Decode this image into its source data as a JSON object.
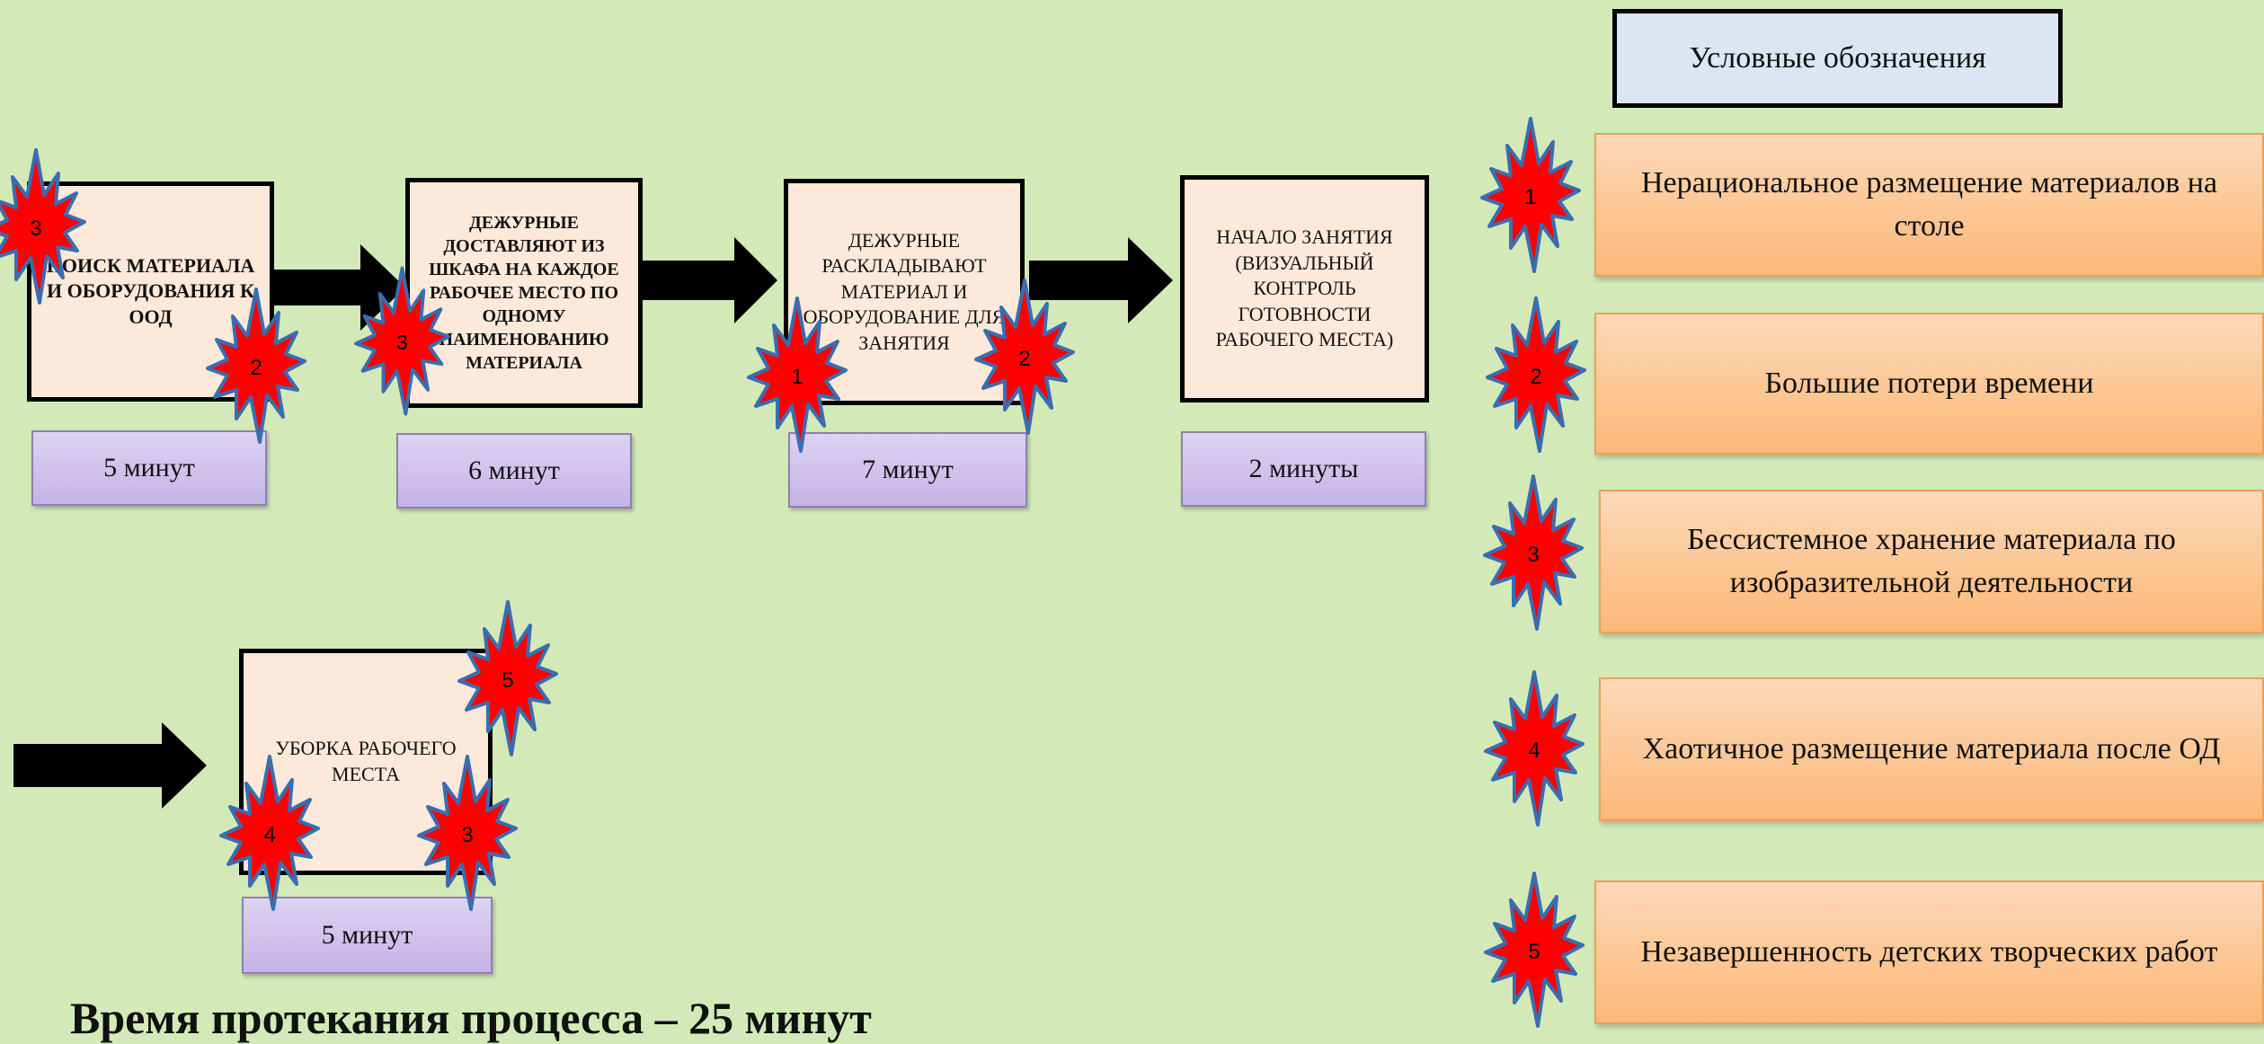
{
  "steps": [
    {
      "text": "ПОИСК МАТЕРИАЛА И ОБОРУДОВАНИЯ К ООД",
      "time": "5 минут"
    },
    {
      "text": "ДЕЖУРНЫЕ ДОСТАВЛЯЮТ ИЗ ШКАФА НА КАЖДОЕ РАБОЧЕЕ МЕСТО ПО ОДНОМУ НАИМЕНОВАНИЮ МАТЕРИАЛА",
      "time": "6 минут"
    },
    {
      "text": "ДЕЖУРНЫЕ РАСКЛАДЫВАЮТ МАТЕРИАЛ И ОБОРУДОВАНИЕ ДЛЯ ЗАНЯТИЯ",
      "time": "7 минут"
    },
    {
      "text": "НАЧАЛО ЗАНЯТИЯ (ВИЗУАЛЬНЫЙ КОНТРОЛЬ ГОТОВНОСТИ РАБОЧЕГО МЕСТА)",
      "time": "2 минуты"
    },
    {
      "text": "УБОРКА РАБОЧЕГО МЕСТА",
      "time": "5 минут"
    }
  ],
  "step_markers": [
    [
      "3",
      "2"
    ],
    [
      "3"
    ],
    [
      "1",
      "2"
    ],
    [],
    [
      "5",
      "4",
      "3"
    ]
  ],
  "legend": {
    "title": "Условные обозначения",
    "items": [
      {
        "num": "1",
        "text": "Нерациональное размещение материалов на столе"
      },
      {
        "num": "2",
        "text": "Большие потери времени"
      },
      {
        "num": "3",
        "text": "Бессистемное хранение материала по изобразительной деятельности"
      },
      {
        "num": "4",
        "text": "Хаотичное размещение материала после ОД"
      },
      {
        "num": "5",
        "text": "Незавершенность детских творческих работ"
      }
    ]
  },
  "footer": "Время протекания процесса – 25 минут",
  "colors": {
    "background": "#d3eab8",
    "step_fill": "#fde9d9",
    "time_fill": "#cbbbe9",
    "legend_item_fill": "#fbc28b",
    "burst_fill": "#ff0000",
    "burst_stroke": "#3a6db0",
    "arrow": "#000000"
  },
  "icons": {
    "burst": "red-star-burst-icon",
    "arrow": "right-arrow-icon"
  }
}
